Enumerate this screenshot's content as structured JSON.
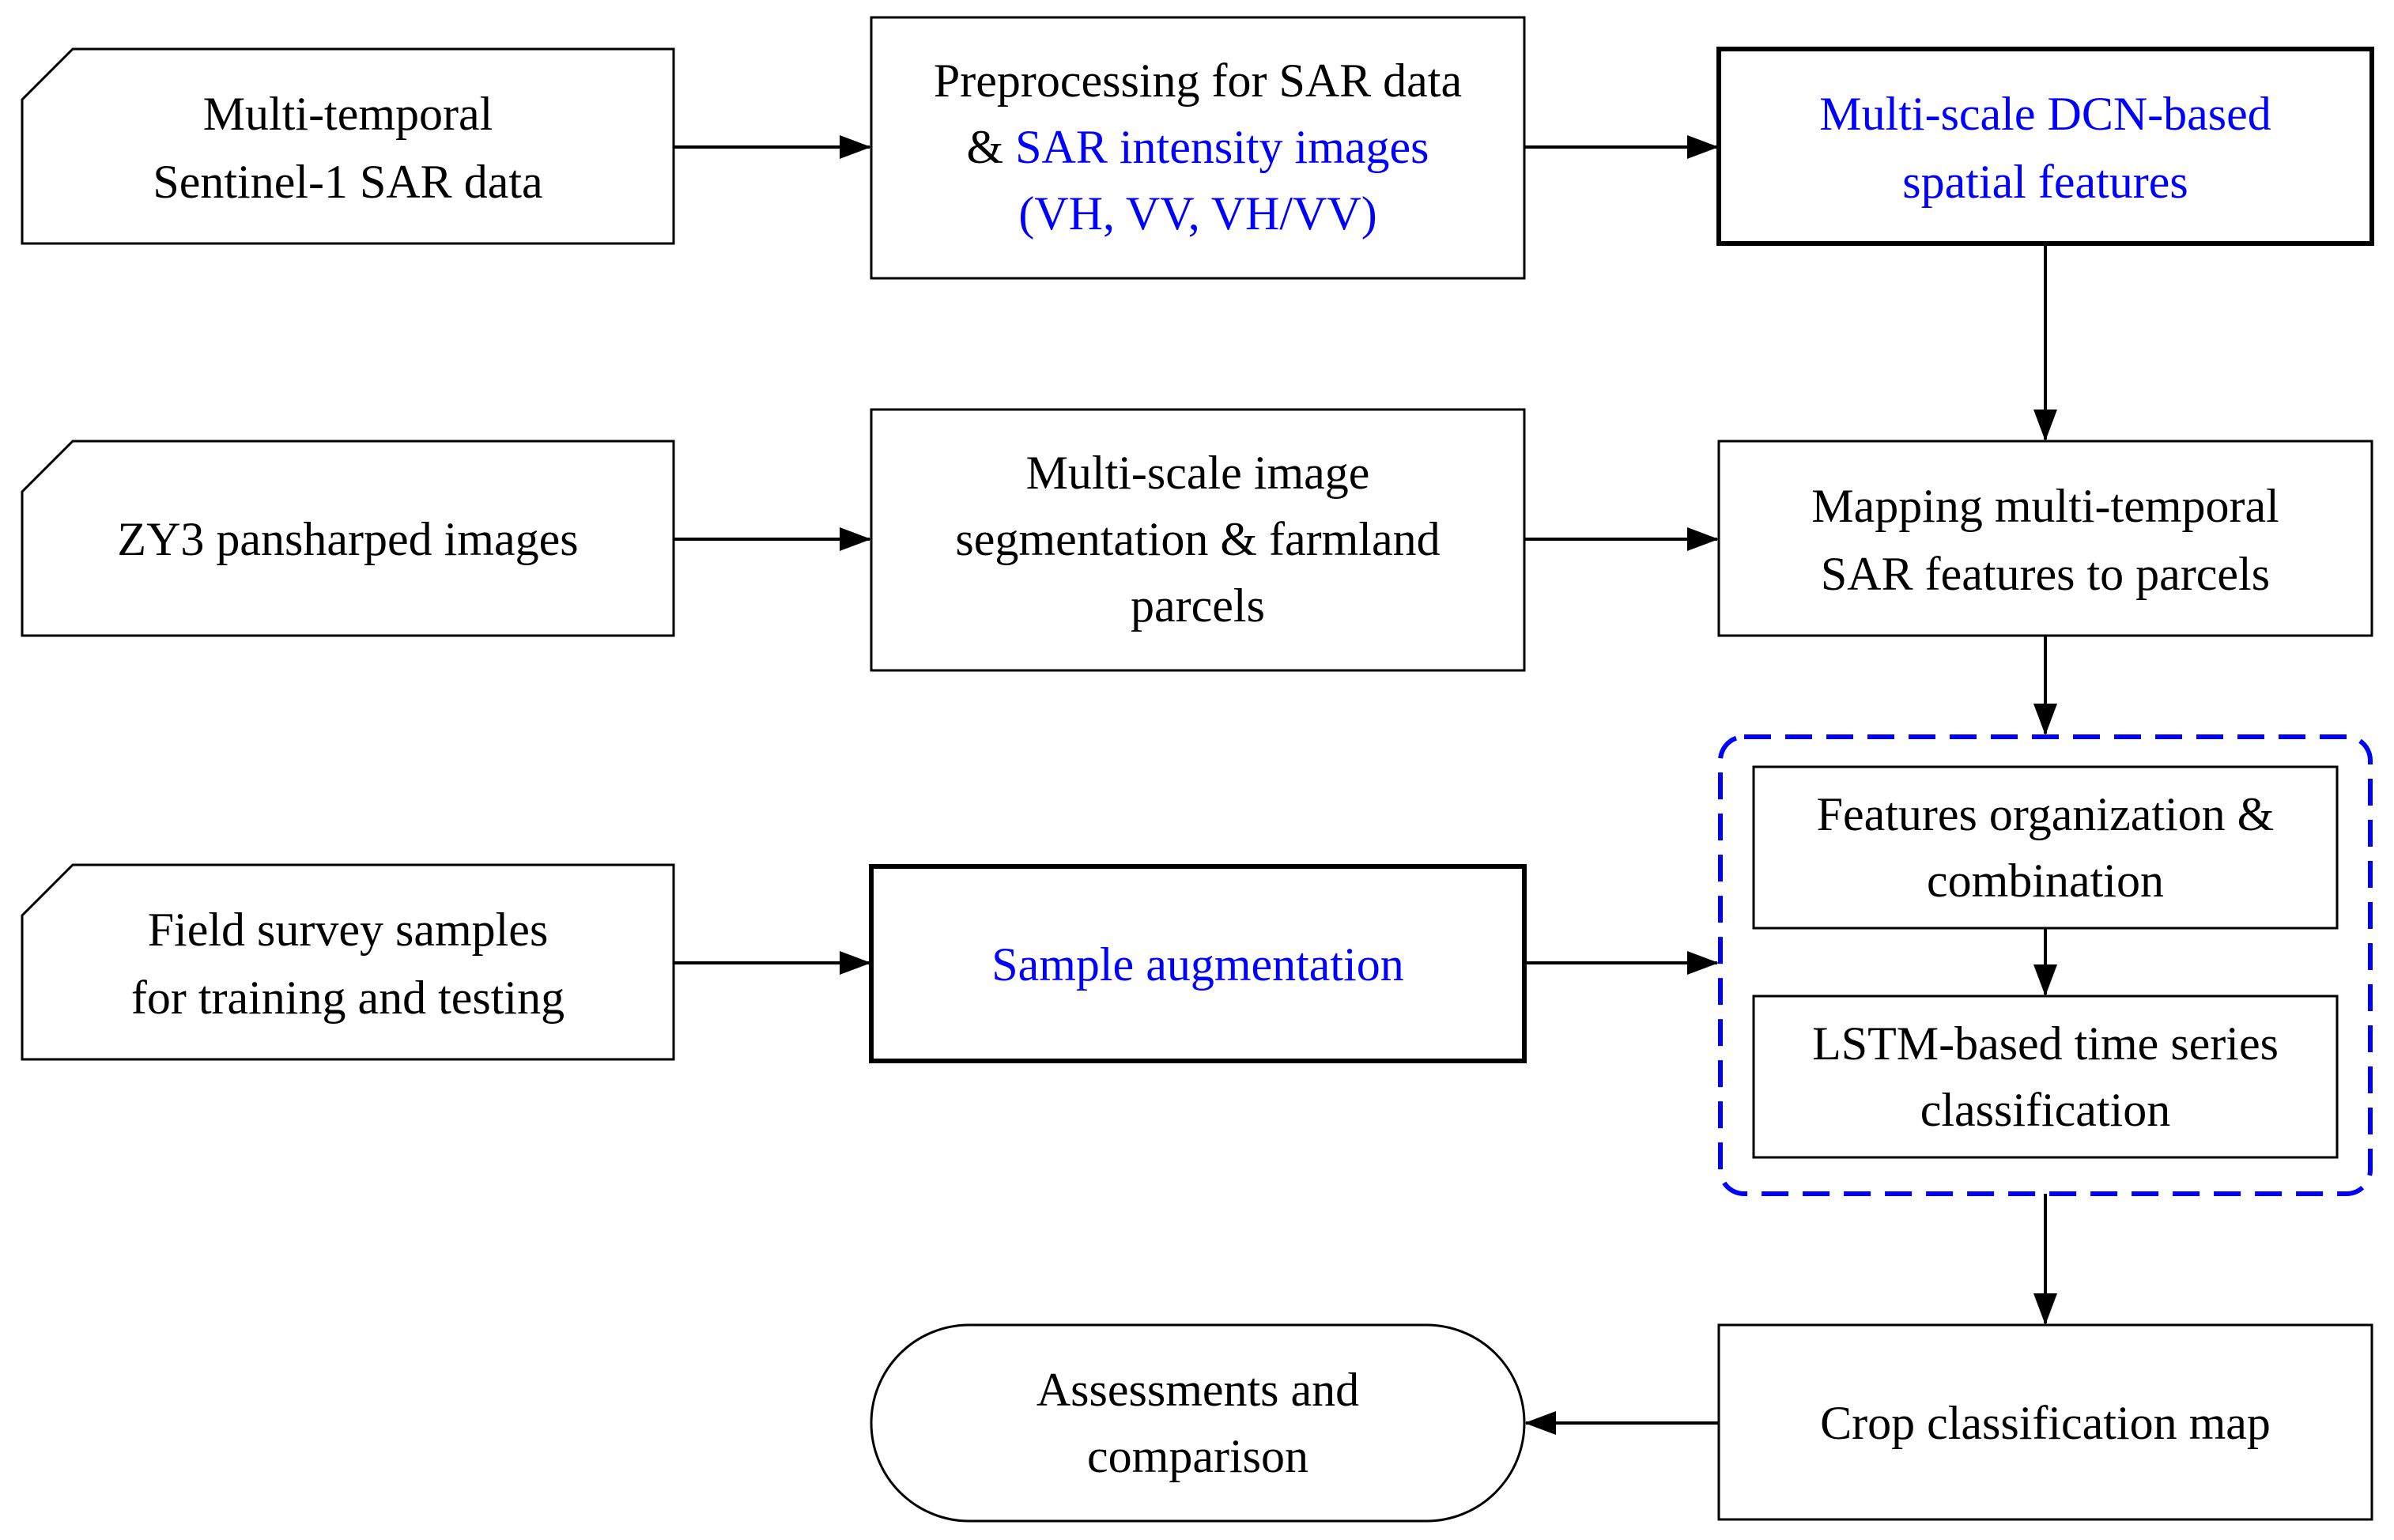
{
  "colors": {
    "text": "#000000",
    "highlight": "#0000ff",
    "line": "#000000"
  },
  "nodes": {
    "sentinel": {
      "lines": [
        "Multi-temporal",
        "Sentinel-1 SAR data"
      ]
    },
    "zy3": {
      "lines": [
        "ZY3 pansharped images"
      ]
    },
    "field": {
      "lines": [
        "Field survey samples",
        "for training and testing"
      ]
    },
    "preprocess": {
      "line1": "Preprocessing for SAR data",
      "line2_prefix": "& ",
      "line2_highlight": "SAR intensity images",
      "line3": "(VH, VV, VH/VV)"
    },
    "segmentation": {
      "lines": [
        "Multi-scale image",
        "segmentation & farmland",
        "parcels"
      ]
    },
    "augmentation": {
      "lines": [
        "Sample augmentation"
      ]
    },
    "dcn": {
      "lines": [
        "Multi-scale DCN-based",
        "spatial features"
      ]
    },
    "mapping": {
      "lines": [
        "Mapping multi-temporal",
        "SAR features to parcels"
      ]
    },
    "features": {
      "lines": [
        "Features organization &",
        "combination"
      ]
    },
    "lstm": {
      "lines": [
        "LSTM-based time series",
        "classification"
      ]
    },
    "cropmap": {
      "lines": [
        "Crop classification map"
      ]
    },
    "assess": {
      "lines": [
        "Assessments and",
        "comparison"
      ]
    }
  }
}
